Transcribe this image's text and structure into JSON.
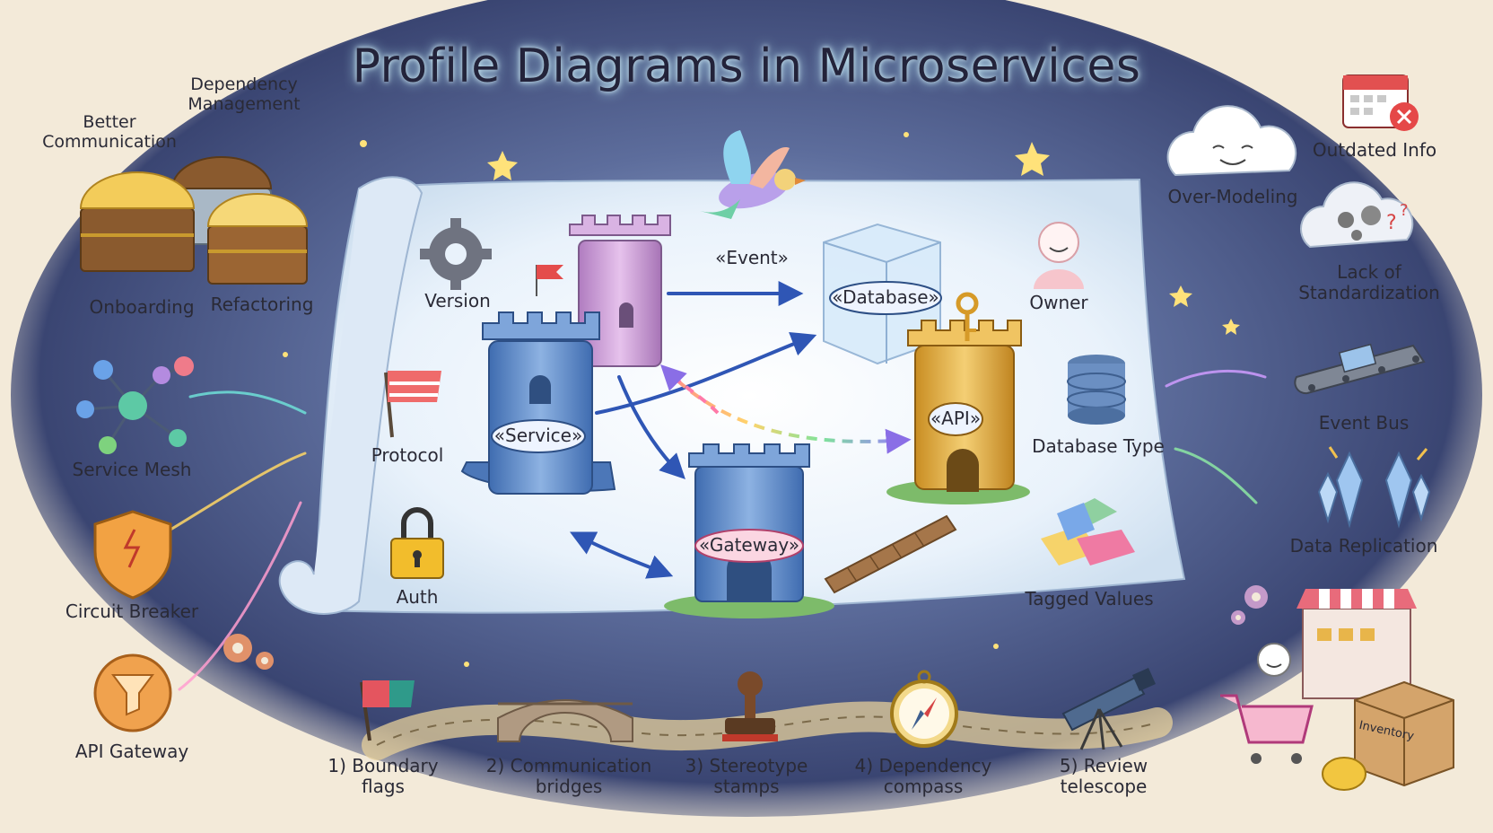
{
  "title": "Profile Diagrams in Microservices",
  "benefits": {
    "better_communication": "Better\nCommunication",
    "dependency_management": "Dependency\nManagement",
    "onboarding": "Onboarding",
    "refactoring": "Refactoring"
  },
  "left_patterns": {
    "service_mesh": "Service Mesh",
    "circuit_breaker": "Circuit Breaker",
    "api_gateway": "API Gateway"
  },
  "pitfalls": {
    "outdated_info": "Outdated Info",
    "over_modeling": "Over-Modeling",
    "lack_of_standardization": "Lack of\nStandardization"
  },
  "right_patterns": {
    "event_bus": "Event Bus",
    "data_replication": "Data Replication",
    "inventory": "Inventory"
  },
  "map": {
    "version": "Version",
    "protocol": "Protocol",
    "auth": "Auth",
    "owner": "Owner",
    "database_type": "Database Type",
    "tagged_values": "Tagged Values",
    "event": "«Event»",
    "service": "«Service»",
    "database": "«Database»",
    "api": "«API»",
    "gateway": "«Gateway»"
  },
  "steps": [
    "1) Boundary\nflags",
    "2) Communication\nbridges",
    "3) Stereotype\nstamps",
    "4) Dependency\ncompass",
    "5) Review\ntelescope"
  ],
  "colors": {
    "sky": "#3d4a78",
    "parchment": "#eef5fb",
    "service_tower": "#5b86c4",
    "event_tower": "#cfa1d8",
    "api_tower": "#e6b24a",
    "gateway_tower": "#5f8fcf",
    "arrow": "#2f56b5"
  }
}
